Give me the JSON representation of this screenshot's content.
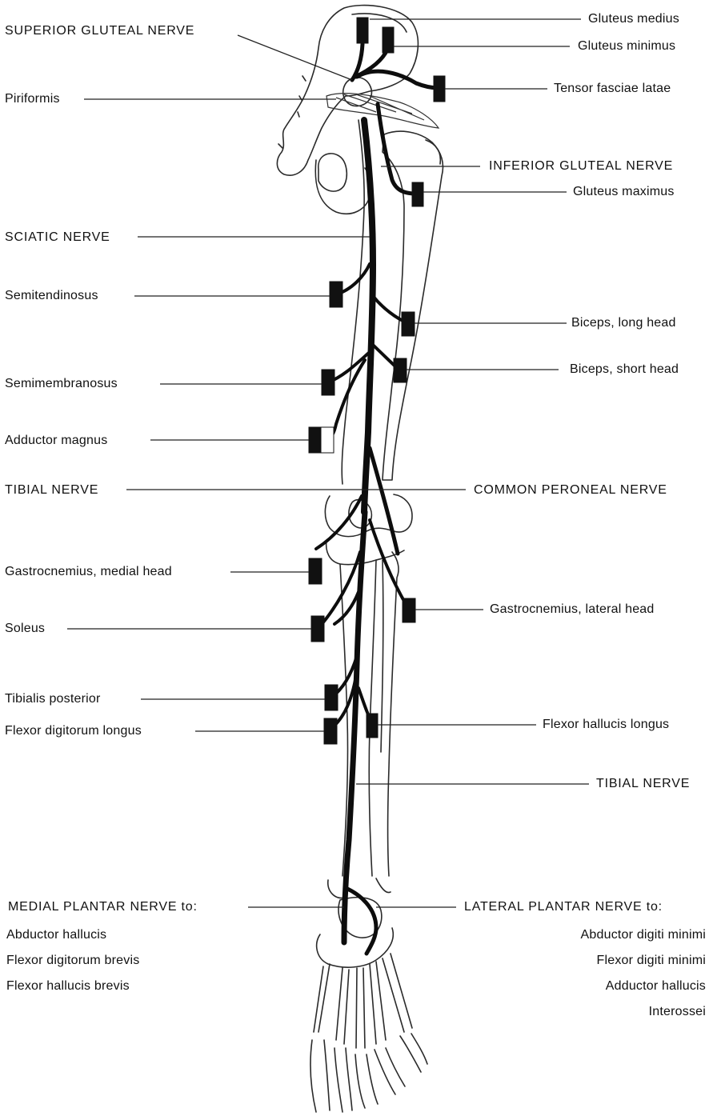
{
  "labels": {
    "gluteus_medius": "Gluteus medius",
    "superior_gluteal_nerve": "SUPERIOR GLUTEAL NERVE",
    "gluteus_minimus": "Gluteus minimus",
    "tensor_fasciae_latae": "Tensor fasciae latae",
    "piriformis": "Piriformis",
    "inferior_gluteal_nerve": "INFERIOR GLUTEAL NERVE",
    "gluteus_maximus": "Gluteus maximus",
    "sciatic_nerve": "SCIATIC NERVE",
    "semitendinosus": "Semitendinosus",
    "biceps_long_head": "Biceps, long head",
    "biceps_short_head": "Biceps, short head",
    "semimembranosus": "Semimembranosus",
    "adductor_magnus": "Adductor magnus",
    "tibial_nerve_upper": "TIBIAL NERVE",
    "common_peroneal_nerve": "COMMON PERONEAL NERVE",
    "gastrocnemius_medial_head": "Gastrocnemius, medial head",
    "soleus": "Soleus",
    "gastrocnemius_lateral_head": "Gastrocnemius, lateral head",
    "tibialis_posterior": "Tibialis posterior",
    "flexor_digitorum_longus": "Flexor digitorum longus",
    "flexor_hallucis_longus": "Flexor hallucis longus",
    "tibial_nerve_lower": "TIBIAL NERVE",
    "medial_plantar_nerve": "MEDIAL PLANTAR NERVE to:",
    "lateral_plantar_nerve": "LATERAL PLANTAR NERVE to:"
  },
  "medial_plantar_targets": [
    "Abductor hallucis",
    "Flexor digitorum brevis",
    "Flexor hallucis brevis"
  ],
  "lateral_plantar_targets": [
    "Abductor digiti minimi",
    "Flexor digiti minimi",
    "Adductor hallucis",
    "Interossei"
  ],
  "colors": {
    "nerve": "#0d0d0d",
    "bone_outline": "#2a2a2a",
    "muscle_marker": "#111111",
    "leader": "#222222"
  }
}
